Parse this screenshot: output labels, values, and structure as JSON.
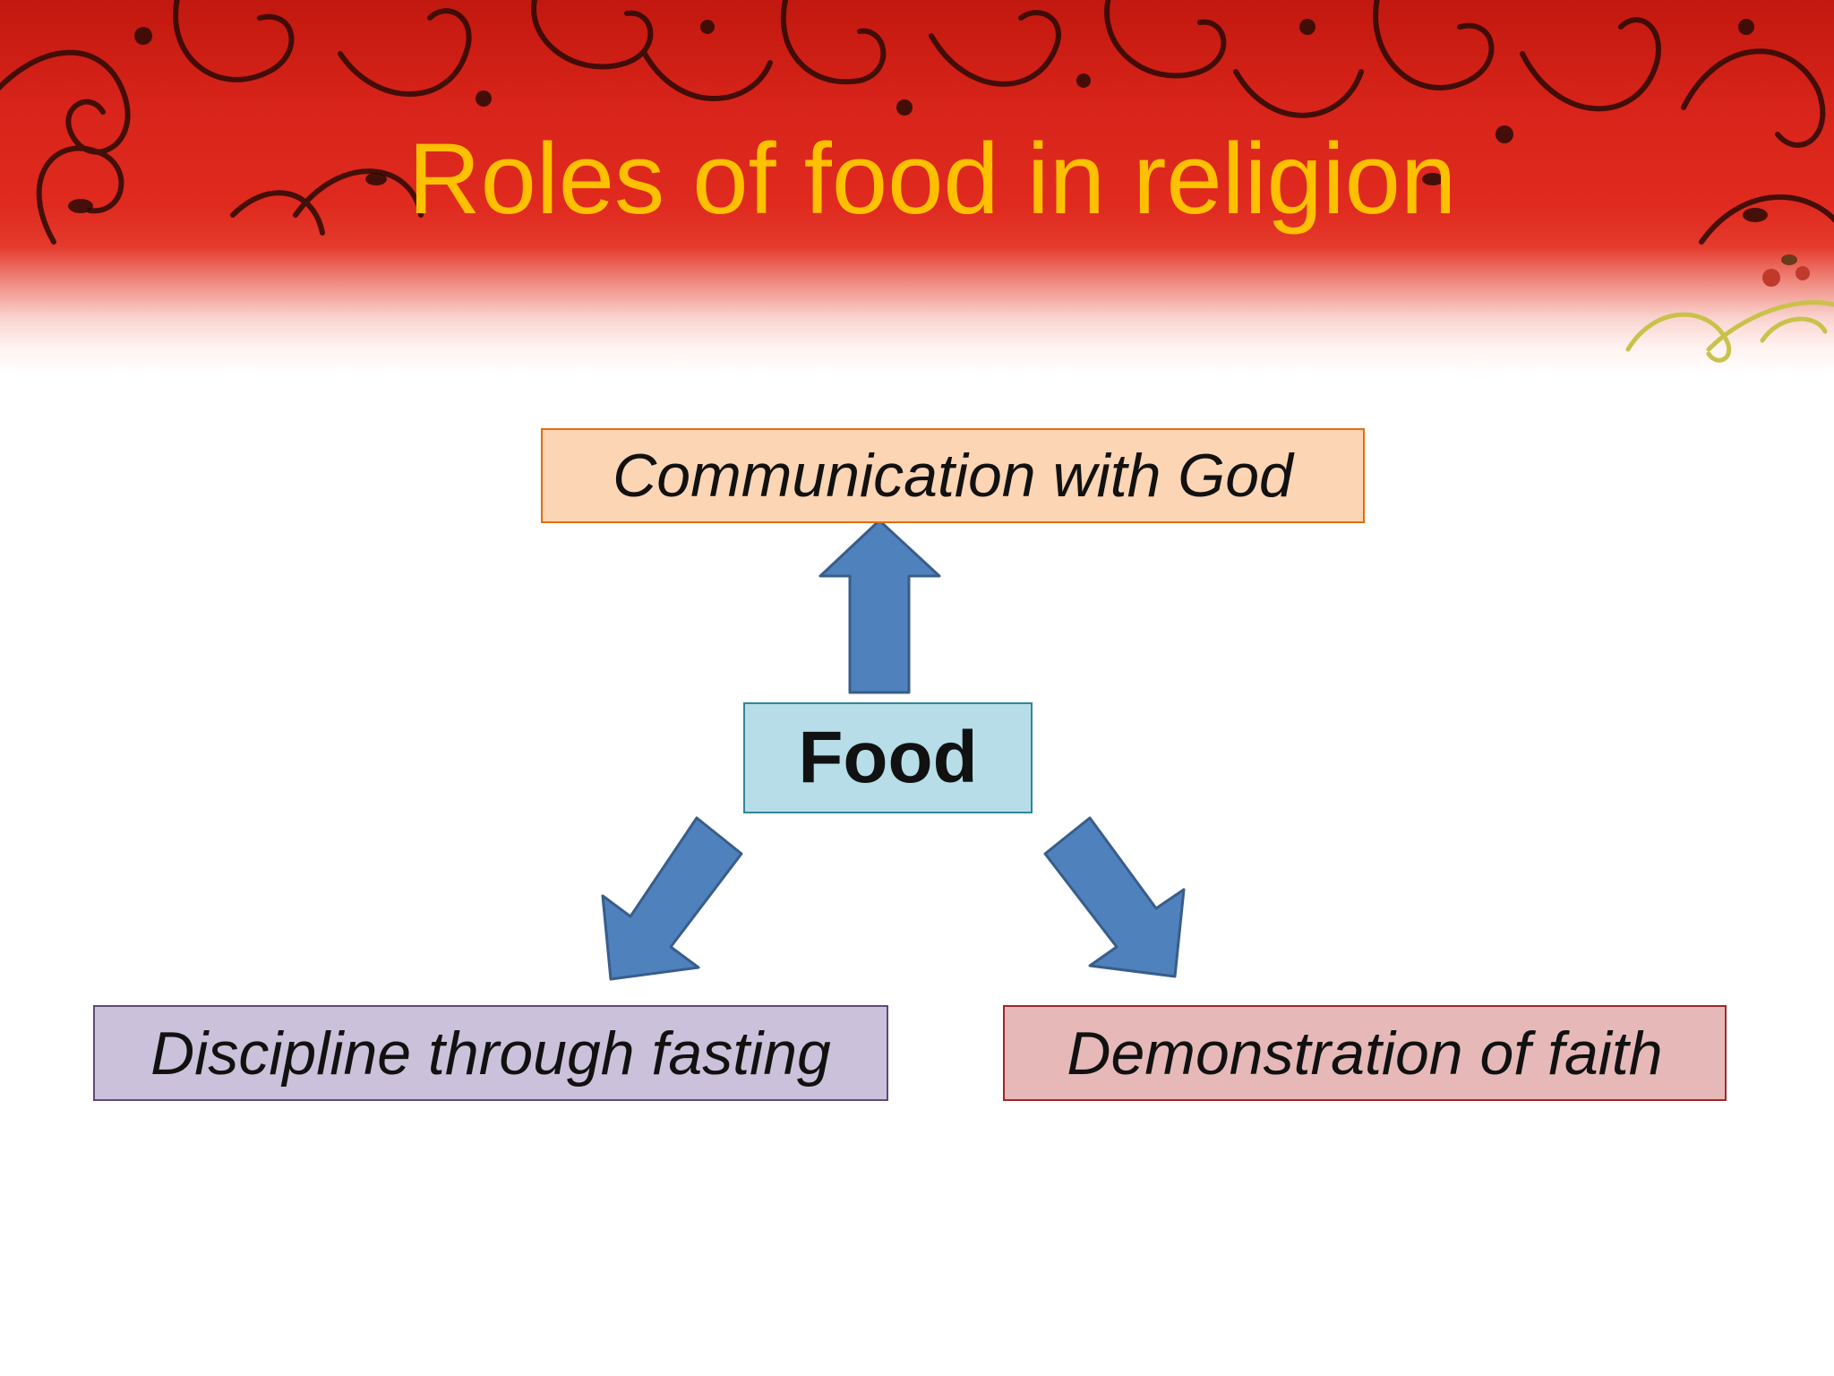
{
  "slide": {
    "title": "Roles of food in religion",
    "title_color": "#ffc000",
    "banner_color": "#d8241a"
  },
  "diagram": {
    "center": {
      "label": "Food",
      "fill": "#b7dee8",
      "stroke": "#31859c"
    },
    "top": {
      "label": "Communication with God",
      "fill": "#fcd5b5",
      "stroke": "#e46c0a"
    },
    "left": {
      "label": "Discipline through fasting",
      "fill": "#ccc1da",
      "stroke": "#5f497a"
    },
    "right": {
      "label": "Demonstration of faith",
      "fill": "#e6b9b8",
      "stroke": "#a0262a"
    },
    "arrow_fill": "#4f81bd",
    "arrow_stroke": "#385d8a"
  }
}
